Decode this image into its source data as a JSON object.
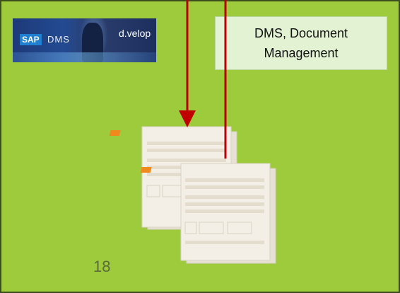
{
  "logo": {
    "sap": "SAP",
    "dms": "DMS",
    "develop": "d.velop"
  },
  "callout": {
    "text": "DMS, Document Management"
  },
  "page_number": "18",
  "colors": {
    "background": "#9dcb3c",
    "callout_fill": "#e3f2d3",
    "arrow": "#c00000",
    "document_paper": "#f3efe6",
    "document_accent": "#f08a1c"
  }
}
